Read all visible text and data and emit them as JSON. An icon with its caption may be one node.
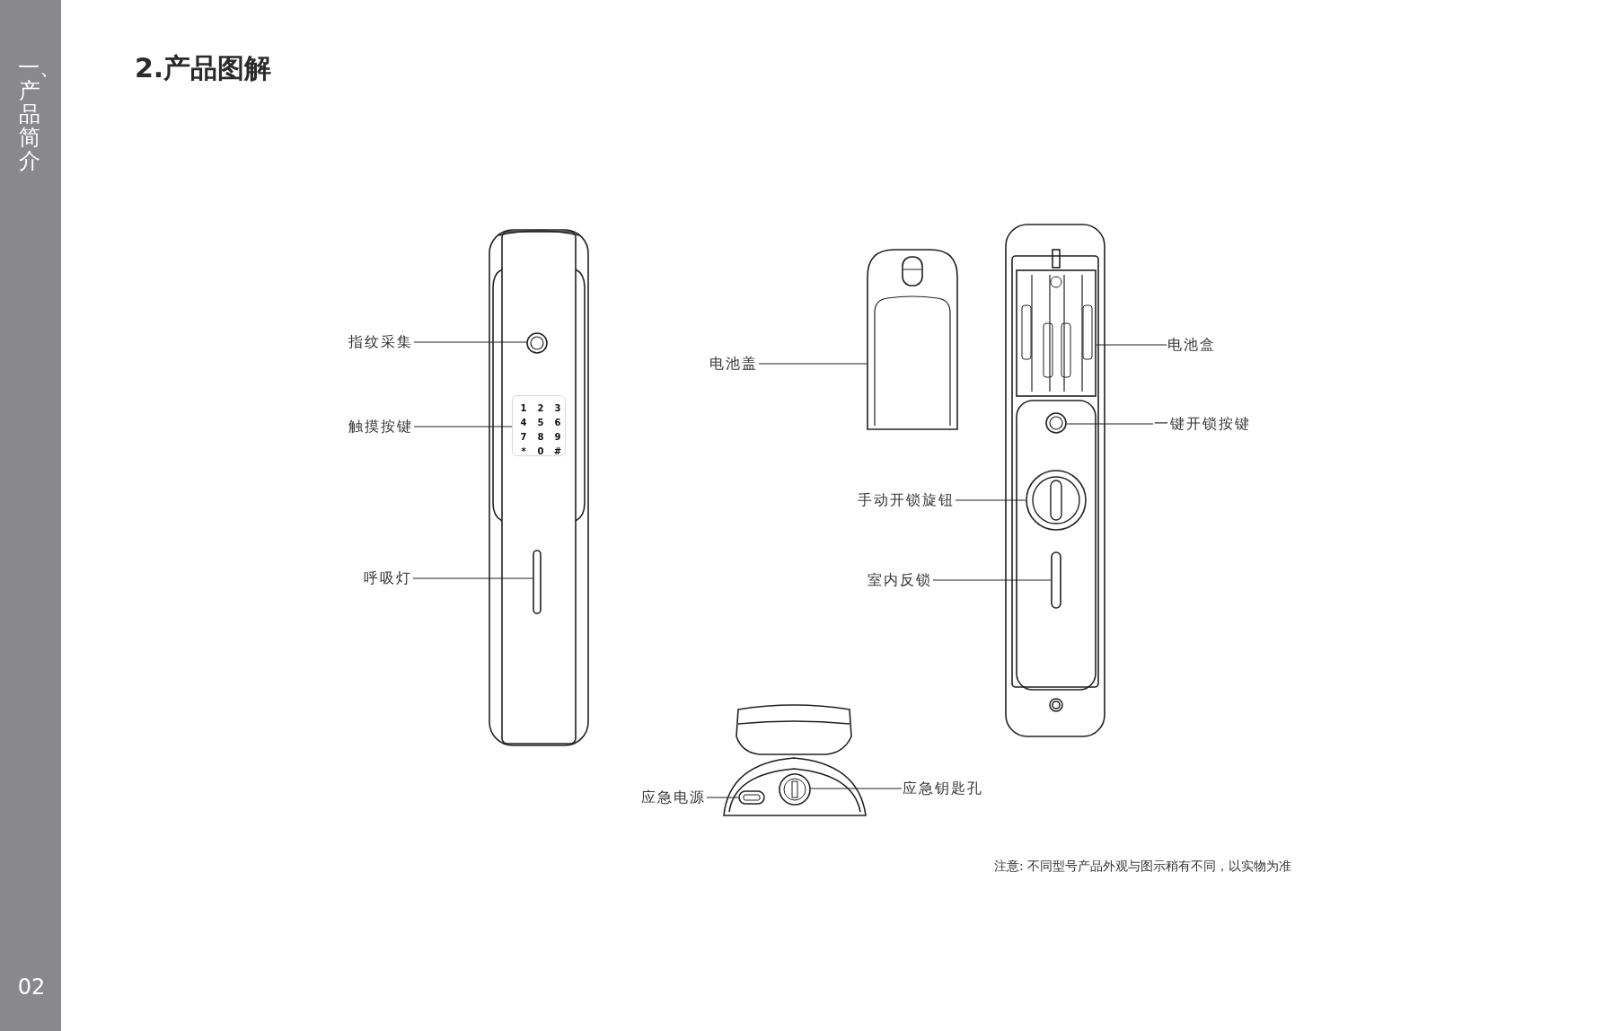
{
  "diagram": {
    "title": "2.产品图解",
    "nodes": [
      {
        "text": [
          "指纹采集"
        ]
      },
      {
        "text": [],
        "shape": "circle"
      },
      {
        "text": [
          "触摸按键"
        ]
      },
      {
        "text": [],
        "shape": "box"
      },
      {
        "text": [
          "呼吸灯"
        ]
      },
      {
        "text": [],
        "shape": "bar"
      },
      {
        "text": [
          "电池盖"
        ]
      },
      {
        "text": [],
        "shape": "box"
      },
      {
        "text": [
          "电池盒"
        ]
      },
      {
        "text": [],
        "shape": "box"
      },
      {
        "text": [
          "一键开锁按键"
        ]
      },
      {
        "text": [],
        "shape": "circle"
      },
      {
        "text": [
          "手动开锁旋钮"
        ]
      },
      {
        "text": [],
        "shape": "circle"
      },
      {
        "text": [
          "室内反锁"
        ]
      },
      {
        "text": [],
        "shape": "bar"
      },
      {
        "text": [
          "应急电源"
        ]
      },
      {
        "text": [],
        "shape": "box"
      },
      {
        "text": [
          "应急钥匙孔"
        ]
      },
      {
        "text": [],
        "shape": "circle"
      }
    ],
    "edges": [
      {
        "from": 0,
        "to": 1,
        "arrow": "none"
      },
      {
        "from": 2,
        "to": 3,
        "arrow": "none"
      },
      {
        "from": 4,
        "to": 5,
        "arrow": "none"
      },
      {
        "from": 6,
        "to": 7,
        "arrow": "none"
      },
      {
        "from": 8,
        "to": 9,
        "arrow": "none"
      },
      {
        "from": 10,
        "to": 11,
        "arrow": "none"
      },
      {
        "from": 12,
        "to": 13,
        "arrow": "none"
      },
      {
        "from": 14,
        "to": 15,
        "arrow": "none"
      },
      {
        "from": 16,
        "to": 17,
        "arrow": "none"
      },
      {
        "from": 18,
        "to": 19,
        "arrow": "none"
      }
    ],
    "labels": [
      "一、产品简介",
      "02",
      "1",
      "2",
      "3",
      "4",
      "5",
      "6",
      "7",
      "8",
      "9",
      "*",
      "0",
      "#",
      "注意: 不同型号产品外观与图示稍有不同，以实物为准"
    ]
  }
}
